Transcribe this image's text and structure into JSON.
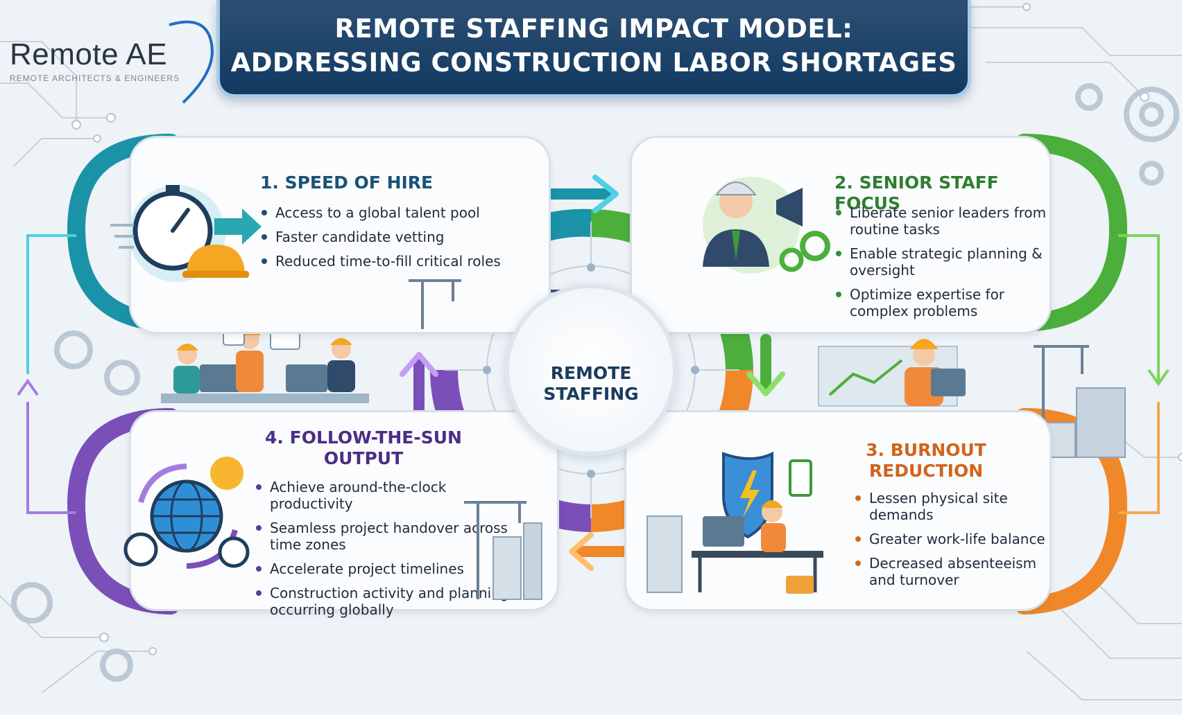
{
  "logo": {
    "wordmark": "Remote AE",
    "tagline": "REMOTE ARCHITECTS & ENGINEERS"
  },
  "title": {
    "line1": "REMOTE STAFFING IMPACT MODEL:",
    "line2": "ADDRESSING CONSTRUCTION LABOR SHORTAGES"
  },
  "hub": {
    "line1": "REMOTE",
    "line2": "STAFFING"
  },
  "colors": {
    "speed": "#1a93a8",
    "senior": "#4caf3c",
    "burnout": "#f0882a",
    "follow": "#7b4fb8",
    "title_bg": "#1b426a",
    "hub_text": "#1b3b5e"
  },
  "sections": {
    "speed": {
      "title": "1. SPEED OF HIRE",
      "bullets": [
        "Access to a global talent pool",
        "Faster candidate vetting",
        "Reduced time-to-fill critical roles"
      ],
      "icons": [
        "stopwatch-icon",
        "hard-hat-icon",
        "arrow-right-icon"
      ]
    },
    "senior": {
      "title": "2. SENIOR STAFF FOCUS",
      "bullets": [
        "Liberate senior leaders from routine tasks",
        "Enable strategic planning & oversight",
        "Optimize expertise for complex problems"
      ],
      "icons": [
        "executive-icon",
        "megaphone-icon",
        "gear-icon"
      ]
    },
    "burnout": {
      "title": "3. BURNOUT REDUCTION",
      "bullets": [
        "Lessen physical site demands",
        "Greater work-life balance",
        "Decreased absenteeism and turnover"
      ],
      "icons": [
        "shield-icon",
        "relaxed-worker-icon",
        "battery-icon"
      ]
    },
    "follow": {
      "title": "4. FOLLOW-THE-SUN OUTPUT",
      "bullets": [
        "Achieve around-the-clock productivity",
        "Seamless project handover across time zones",
        "Accelerate project timelines",
        "Construction activity and planning occurring globally"
      ],
      "icons": [
        "globe-icon",
        "sun-icon",
        "clock-icon"
      ]
    }
  }
}
